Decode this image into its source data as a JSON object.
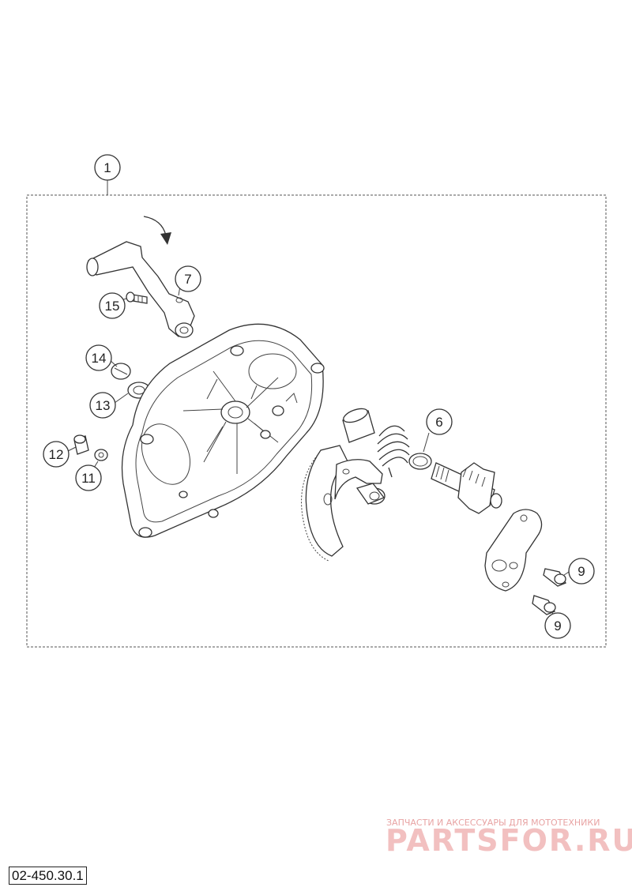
{
  "diagram": {
    "code": "02-450.30.1",
    "callouts": [
      "1",
      "7",
      "15",
      "14",
      "13",
      "12",
      "11",
      "6",
      "9",
      "9"
    ]
  },
  "watermark": {
    "tagline": "ЗАПЧАСТИ И АКСЕССУАРЫ ДЛЯ МОТОТЕХНИКИ",
    "brand": "PARTSFOR.RU"
  }
}
